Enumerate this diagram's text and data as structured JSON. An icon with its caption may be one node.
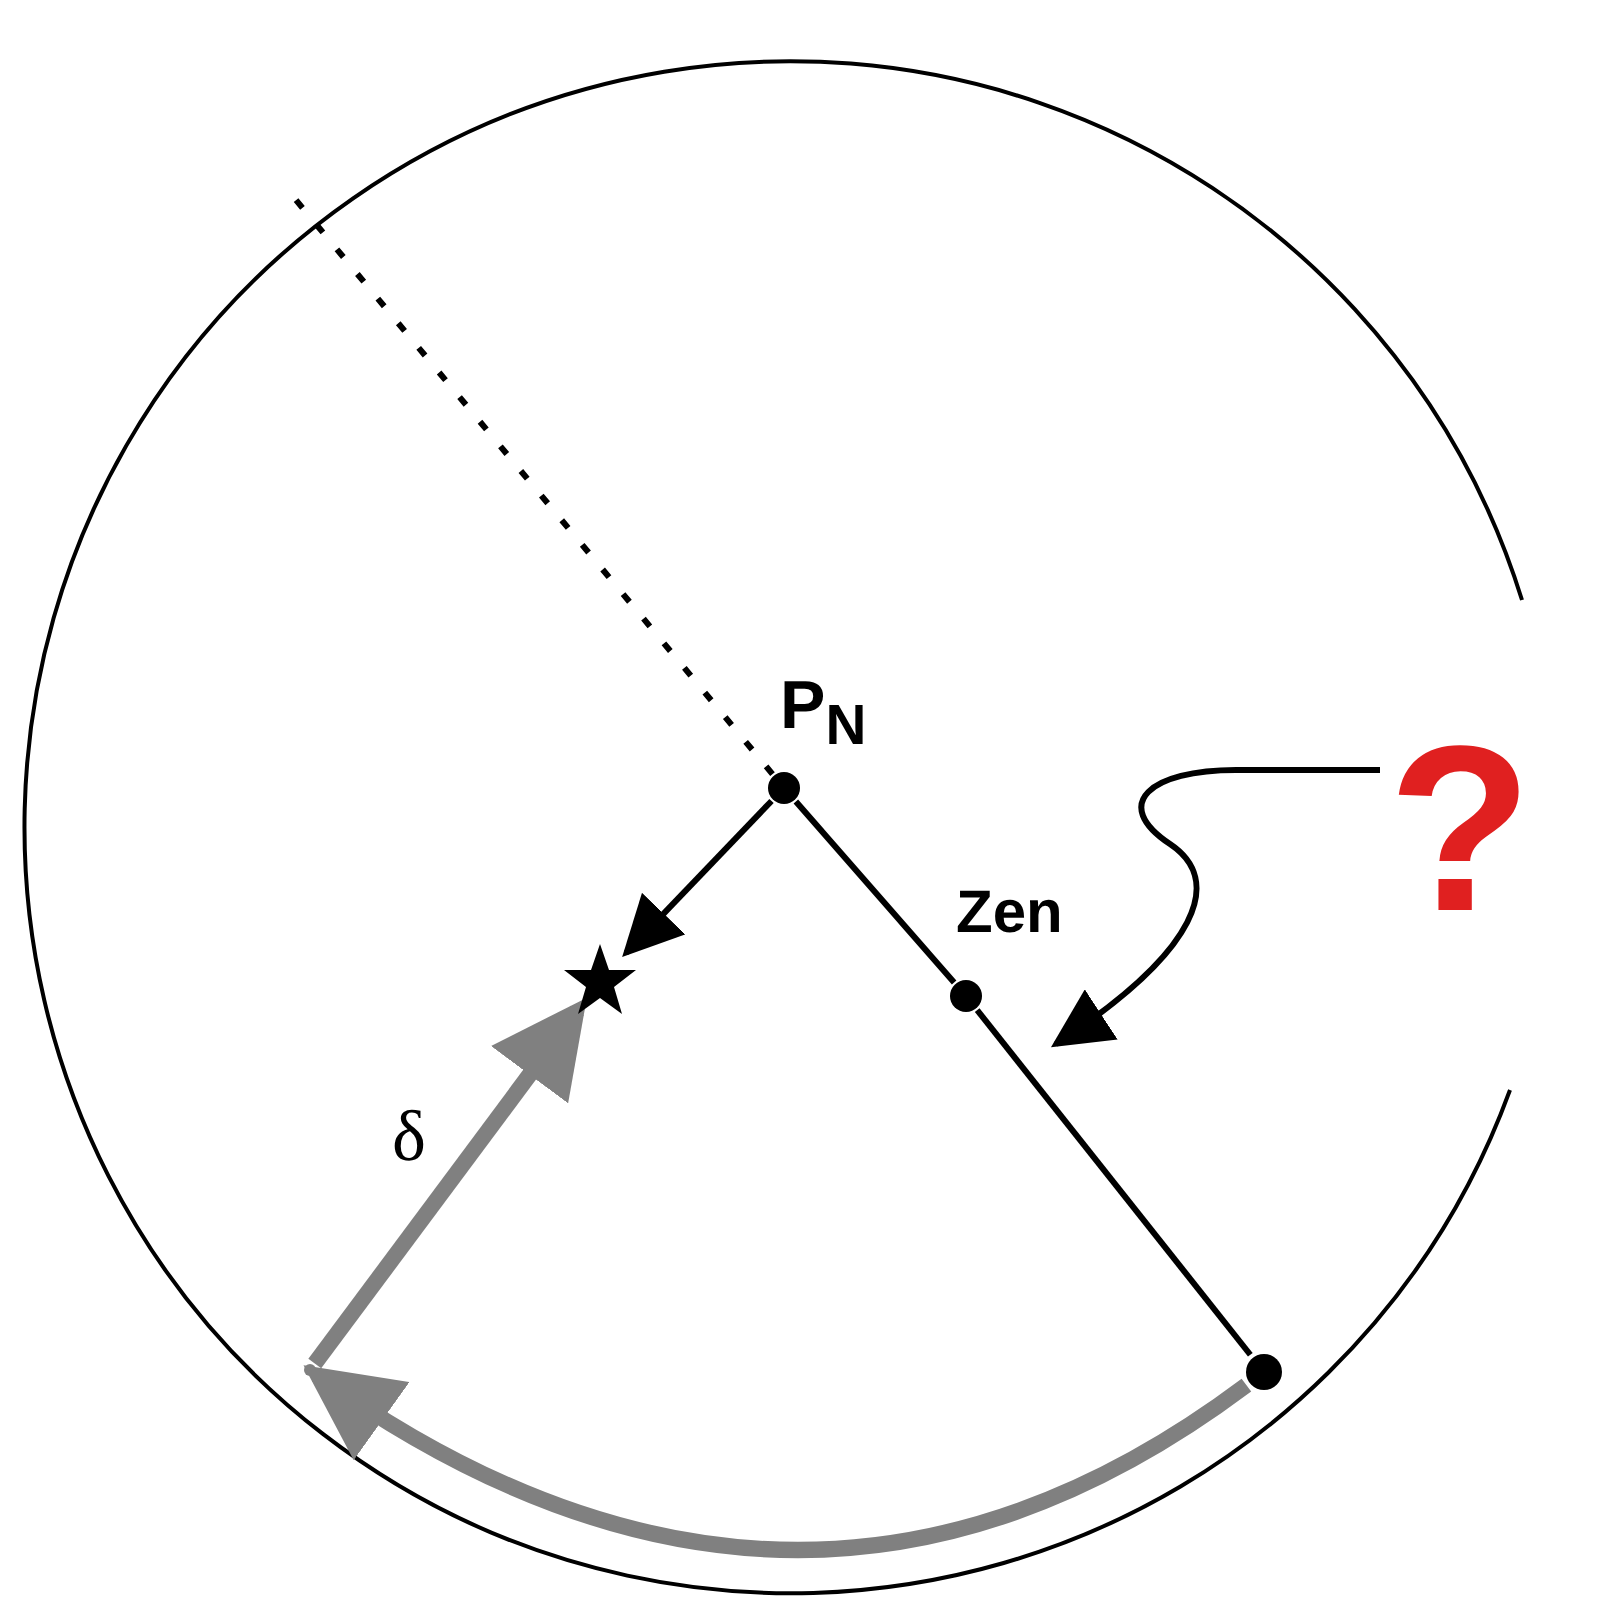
{
  "diagram": {
    "nodes": [
      {
        "text": [
          "P$_{N}$"
        ]
      },
      {
        "text": [],
        "shape": "star"
      },
      {
        "text": [
          "Zen"
        ]
      },
      {
        "text": [],
        "shape": "circle"
      },
      {
        "text": [],
        "shape": "point"
      },
      {
        "text": [
          "?"
        ]
      }
    ],
    "edges": [
      {
        "from": 0,
        "to": 1,
        "arrow": "to"
      },
      {
        "from": 0,
        "to": 2,
        "arrow": "none"
      },
      {
        "from": 2,
        "to": 3,
        "arrow": "none"
      },
      {
        "from": 3,
        "to": 4,
        "arrow": "to",
        "style": "thick",
        "color": "#808080"
      },
      {
        "from": 4,
        "to": 1,
        "arrow": "to",
        "label": "δ",
        "style": "thick",
        "color": "#808080"
      },
      {
        "from": 5,
        "to": null,
        "arrow": "to"
      },
      {
        "from": 0,
        "to": null,
        "arrow": "none",
        "style": "dashed"
      }
    ]
  }
}
